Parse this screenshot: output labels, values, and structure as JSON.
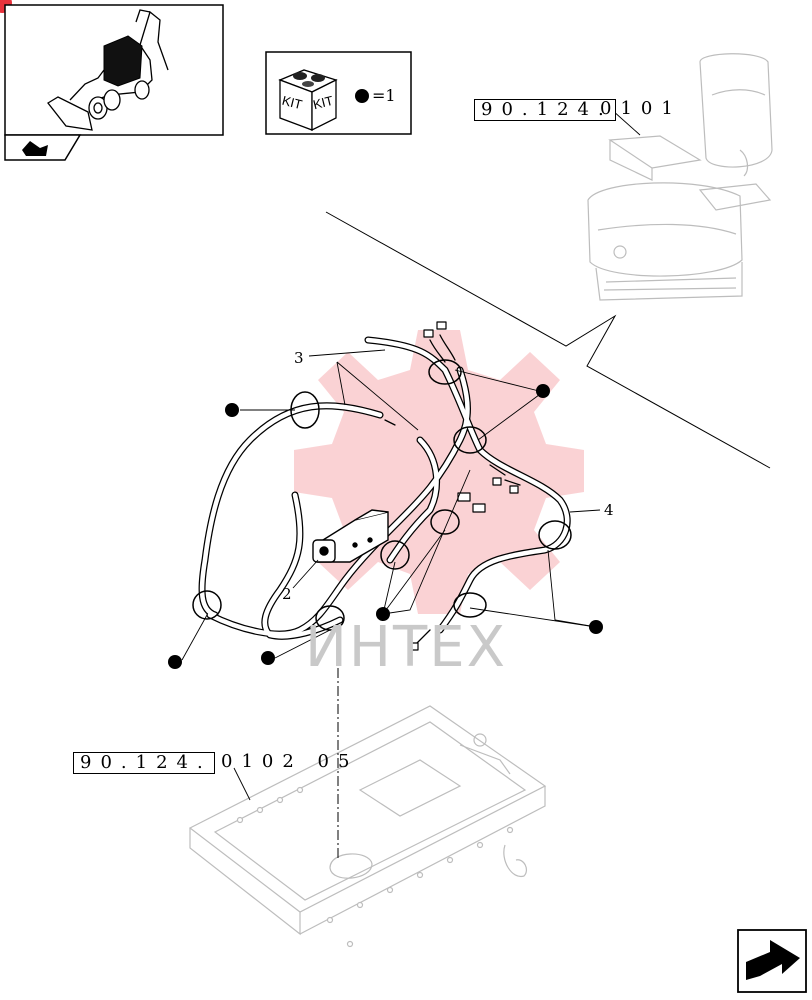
{
  "kit_legend": {
    "box_text_1": "KIT",
    "box_text_2": "KIT",
    "quantity_text": "=1"
  },
  "references": {
    "seat_ref_boxed": "90.124.",
    "seat_ref_suffix": "0101",
    "base_ref_boxed": "90.124.",
    "base_ref_suffix": "0102 05"
  },
  "callouts": {
    "item_2": "2",
    "item_3": "3",
    "item_4": "4"
  },
  "watermark": {
    "text": "ИНТЕХ",
    "color": "#e8323c"
  },
  "icons": {
    "nav_back": "wrench-arrow-icon",
    "nav_next": "next-page-arrow-icon"
  }
}
